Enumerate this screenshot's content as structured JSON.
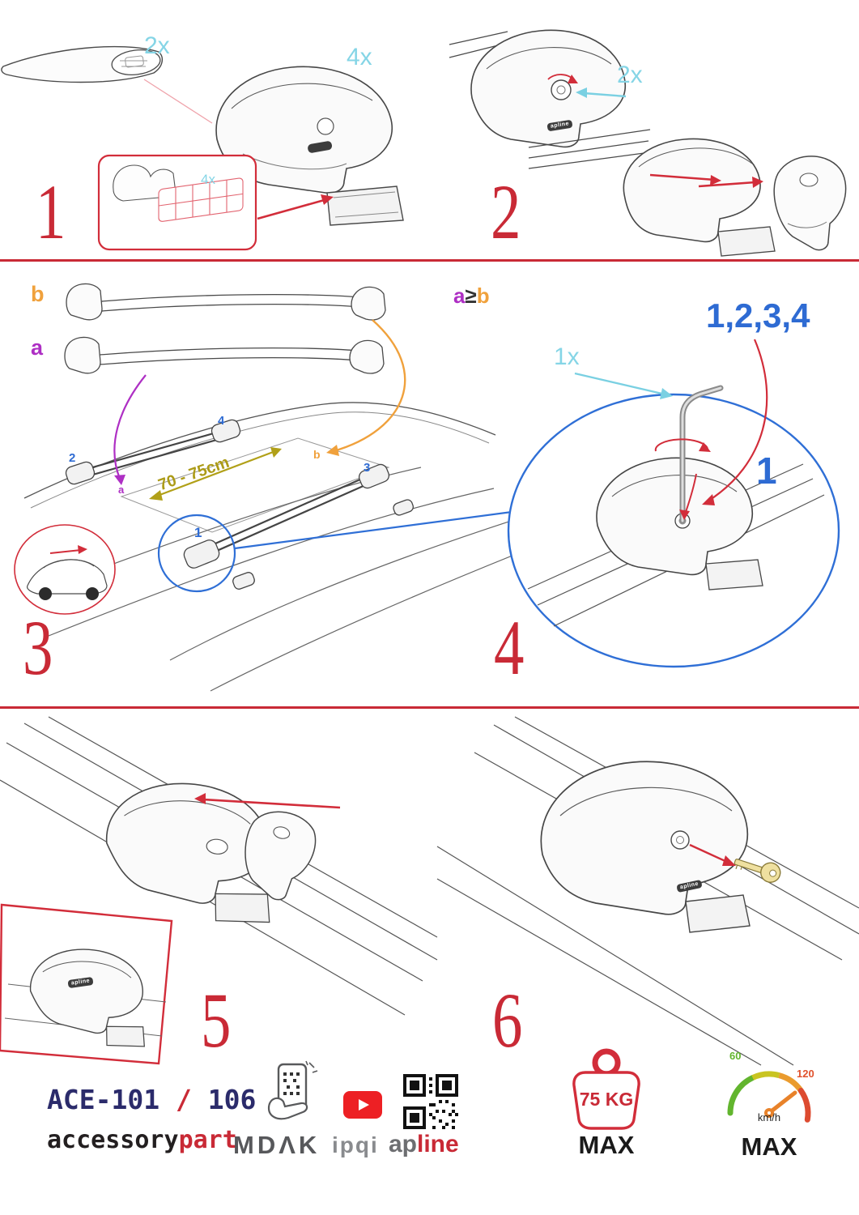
{
  "colors": {
    "red": "#c92a36",
    "cyan": "#85d5e6",
    "blue": "#2e6bd3",
    "orange": "#f0a13c",
    "purple": "#ae2fc4",
    "olive": "#ac9b17",
    "navy": "#2b2b6b",
    "gray": "#58595b",
    "green": "#62b52e",
    "youtube_red": "#ed2024"
  },
  "steps": [
    "1",
    "2",
    "3",
    "4",
    "5",
    "6"
  ],
  "step1": {
    "bar_qty": "2x",
    "foot_qty": "4x",
    "pad_qty": "4x"
  },
  "step2": {
    "key_qty": "2x"
  },
  "step3": {
    "label_a": "a",
    "label_b": "b",
    "measure": "70 - 75cm",
    "roof_num_1": "1",
    "roof_num_2": "2",
    "roof_num_3": "3",
    "roof_num_4": "4",
    "roof_label_a": "a",
    "roof_label_b": "b"
  },
  "step4": {
    "compare_a": "a",
    "compare_op": "≥",
    "compare_b": "b",
    "sequence": "1,2,3,4",
    "key_qty": "1x",
    "first": "1"
  },
  "art": {
    "patch": "apline"
  },
  "footer": {
    "model": "ACE-101",
    "model_sep": "/",
    "model2": "106",
    "brand1": "accessory",
    "brand2": "part",
    "mdak": "MDΛK",
    "ipqi": "ipqi",
    "apline1": "ap",
    "apline2": "line",
    "weight": "75 KG",
    "weight_max": "MAX",
    "speed_low": "60",
    "speed_high": "120",
    "speed_unit": "km/h",
    "speed_max": "MAX"
  }
}
